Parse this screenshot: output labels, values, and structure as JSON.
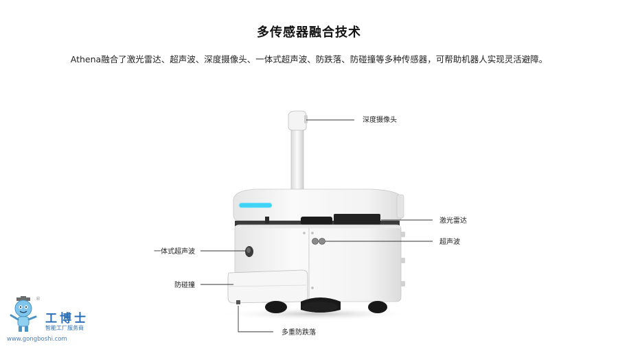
{
  "title": "多传感器融合技术",
  "subtitle": "Athena融合了激光雷达、超声波、深度摄像头、一体式超声波、防跌落、防碰撞等多种传感器，可帮助机器人实现灵活避障。",
  "callouts": {
    "depth_camera": "深度摄像头",
    "lidar": "激光雷达",
    "ultrasonic": "超声波",
    "integrated_ultrasonic": "一体式超声波",
    "anti_collision": "防碰撞",
    "anti_fall": "多重防跌落"
  },
  "logo": {
    "brand": "工博士",
    "tagline": "智能工厂服务商",
    "url": "www.gongboshi.com",
    "registered": "®"
  },
  "colors": {
    "robot_body": "#f2f2f2",
    "robot_edge": "#c8c8c8",
    "accent_light": "#3fd3f5",
    "wheel": "#1a1a1a",
    "brand": "#2a6fb6"
  }
}
